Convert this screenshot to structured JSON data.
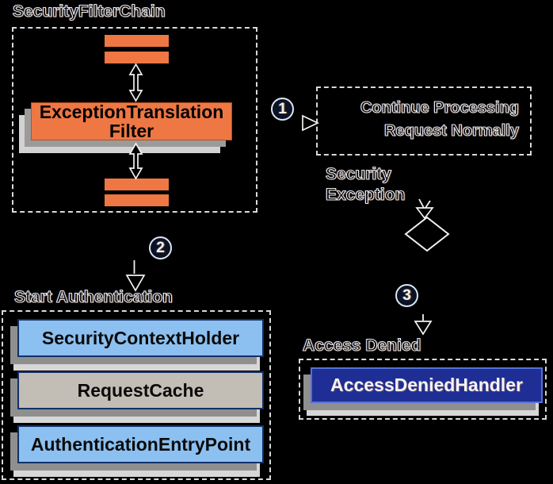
{
  "colors": {
    "background": "#000000",
    "orange": "#ee7743",
    "light_blue": "#8cc0f0",
    "warm_gray": "#c2beb5",
    "navy_fill": "#1f2e94",
    "navy_border": "#123069",
    "navy_light_border": "#5271d6",
    "shadow_dark": "#8f8f8f",
    "shadow_light": "#d7d7d7",
    "line_white": "#f2f2f2"
  },
  "security_filter_chain": {
    "title": "SecurityFilterChain",
    "filter_line1": "ExceptionTranslation",
    "filter_line2": "Filter"
  },
  "steps": {
    "one": "1",
    "two": "2",
    "three": "3"
  },
  "continue_processing": {
    "line1": "Continue Processing",
    "line2": "Request Normally"
  },
  "security_exception": {
    "line1": "Security",
    "line2": "Exception"
  },
  "start_authentication": {
    "title": "Start Authentication",
    "items": [
      {
        "label": "SecurityContextHolder"
      },
      {
        "label": "RequestCache"
      },
      {
        "label": "AuthenticationEntryPoint"
      }
    ]
  },
  "access_denied": {
    "title": "Access Denied",
    "handler_label": "AccessDeniedHandler"
  }
}
